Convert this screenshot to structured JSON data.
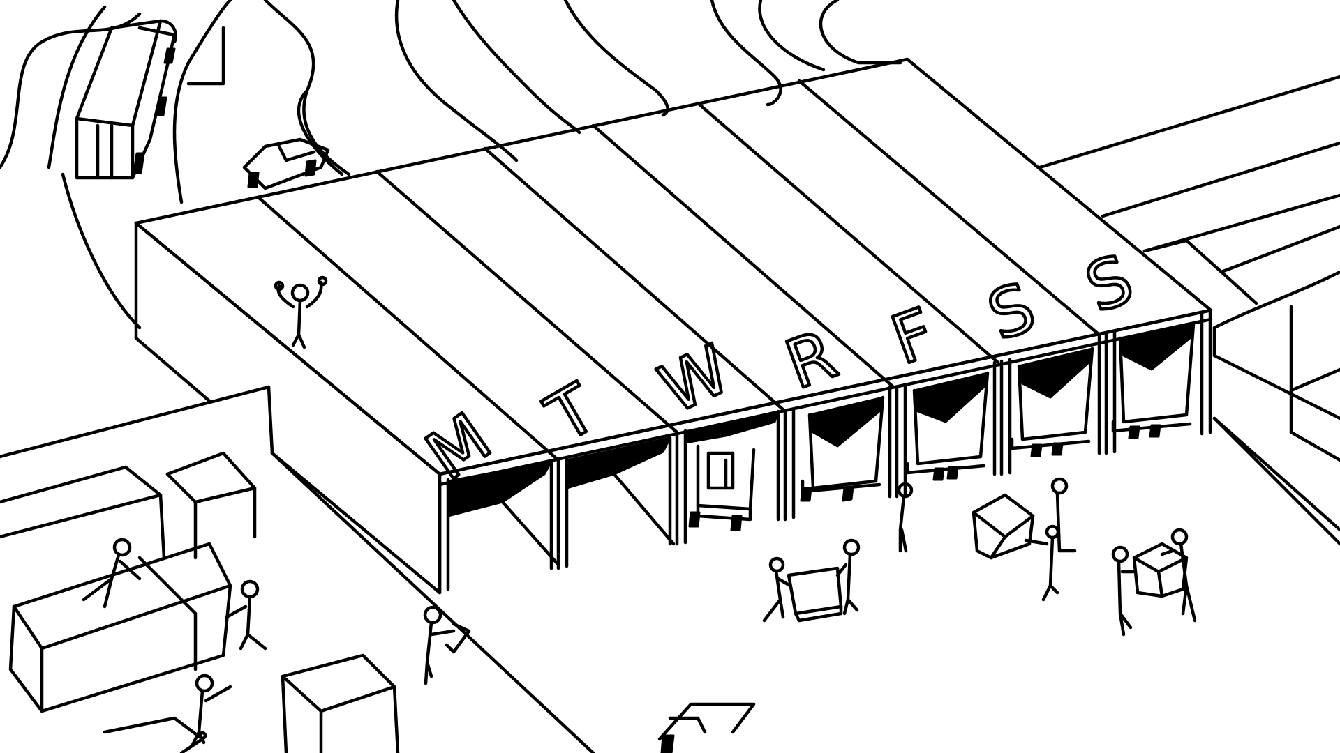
{
  "sketch": {
    "bay_labels": [
      "M",
      "T",
      "W",
      "R",
      "F",
      "S",
      "S"
    ],
    "colors": {
      "ink": "#000000",
      "paper": "#ffffff"
    }
  }
}
